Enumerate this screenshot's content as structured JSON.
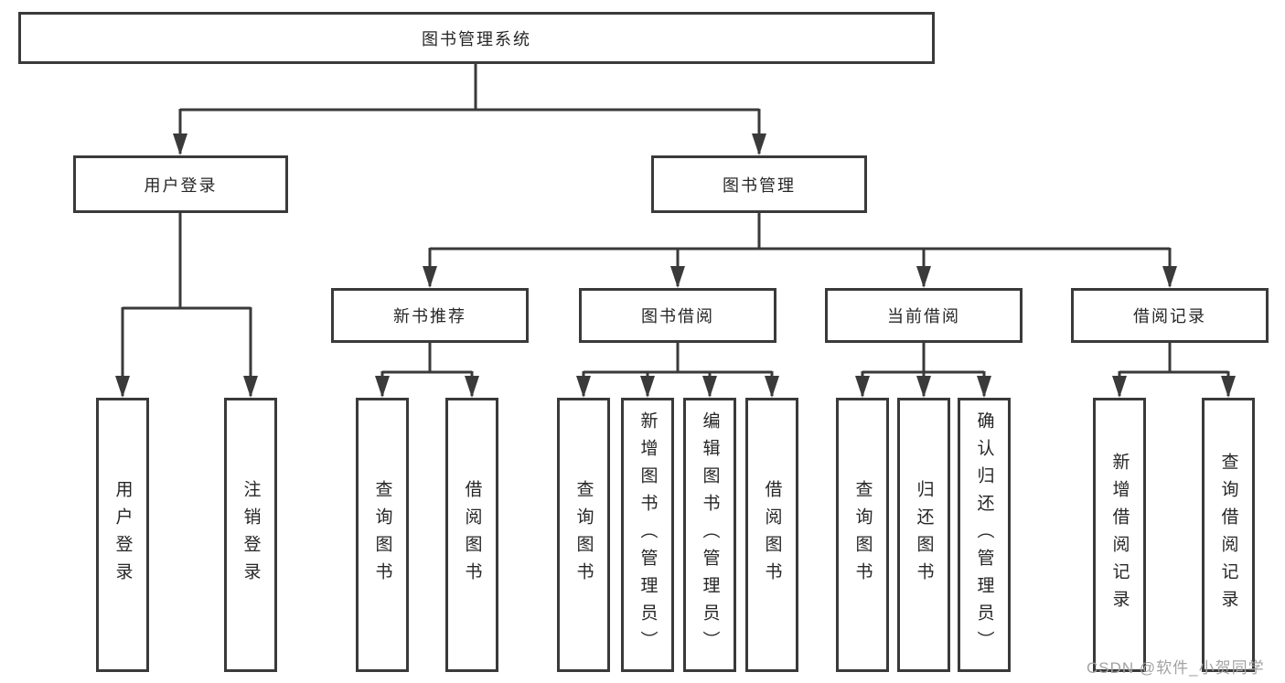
{
  "tree": {
    "root": {
      "label": "图书管理系统",
      "children": [
        {
          "label": "用户登录",
          "children": [
            {
              "label": "用户登录"
            },
            {
              "label": "注销登录"
            }
          ]
        },
        {
          "label": "图书管理",
          "children": [
            {
              "label": "新书推荐",
              "children": [
                {
                  "label": "查询图书"
                },
                {
                  "label": "借阅图书"
                }
              ]
            },
            {
              "label": "图书借阅",
              "children": [
                {
                  "label": "查询图书"
                },
                {
                  "label": "新增图书（管理员）"
                },
                {
                  "label": "编辑图书（管理员）"
                },
                {
                  "label": "借阅图书"
                }
              ]
            },
            {
              "label": "当前借阅",
              "children": [
                {
                  "label": "查询图书"
                },
                {
                  "label": "归还图书"
                },
                {
                  "label": "确认归还（管理员）"
                }
              ]
            },
            {
              "label": "借阅记录",
              "children": [
                {
                  "label": "新增借阅记录"
                },
                {
                  "label": "查询借阅记录"
                }
              ]
            }
          ]
        }
      ]
    }
  },
  "watermark": {
    "text": "CSDN @软件_小贺同学"
  },
  "colors": {
    "line": "#3a3a3a",
    "text": "#262626",
    "background": "#ffffff",
    "watermark": "#a3a3a3"
  }
}
